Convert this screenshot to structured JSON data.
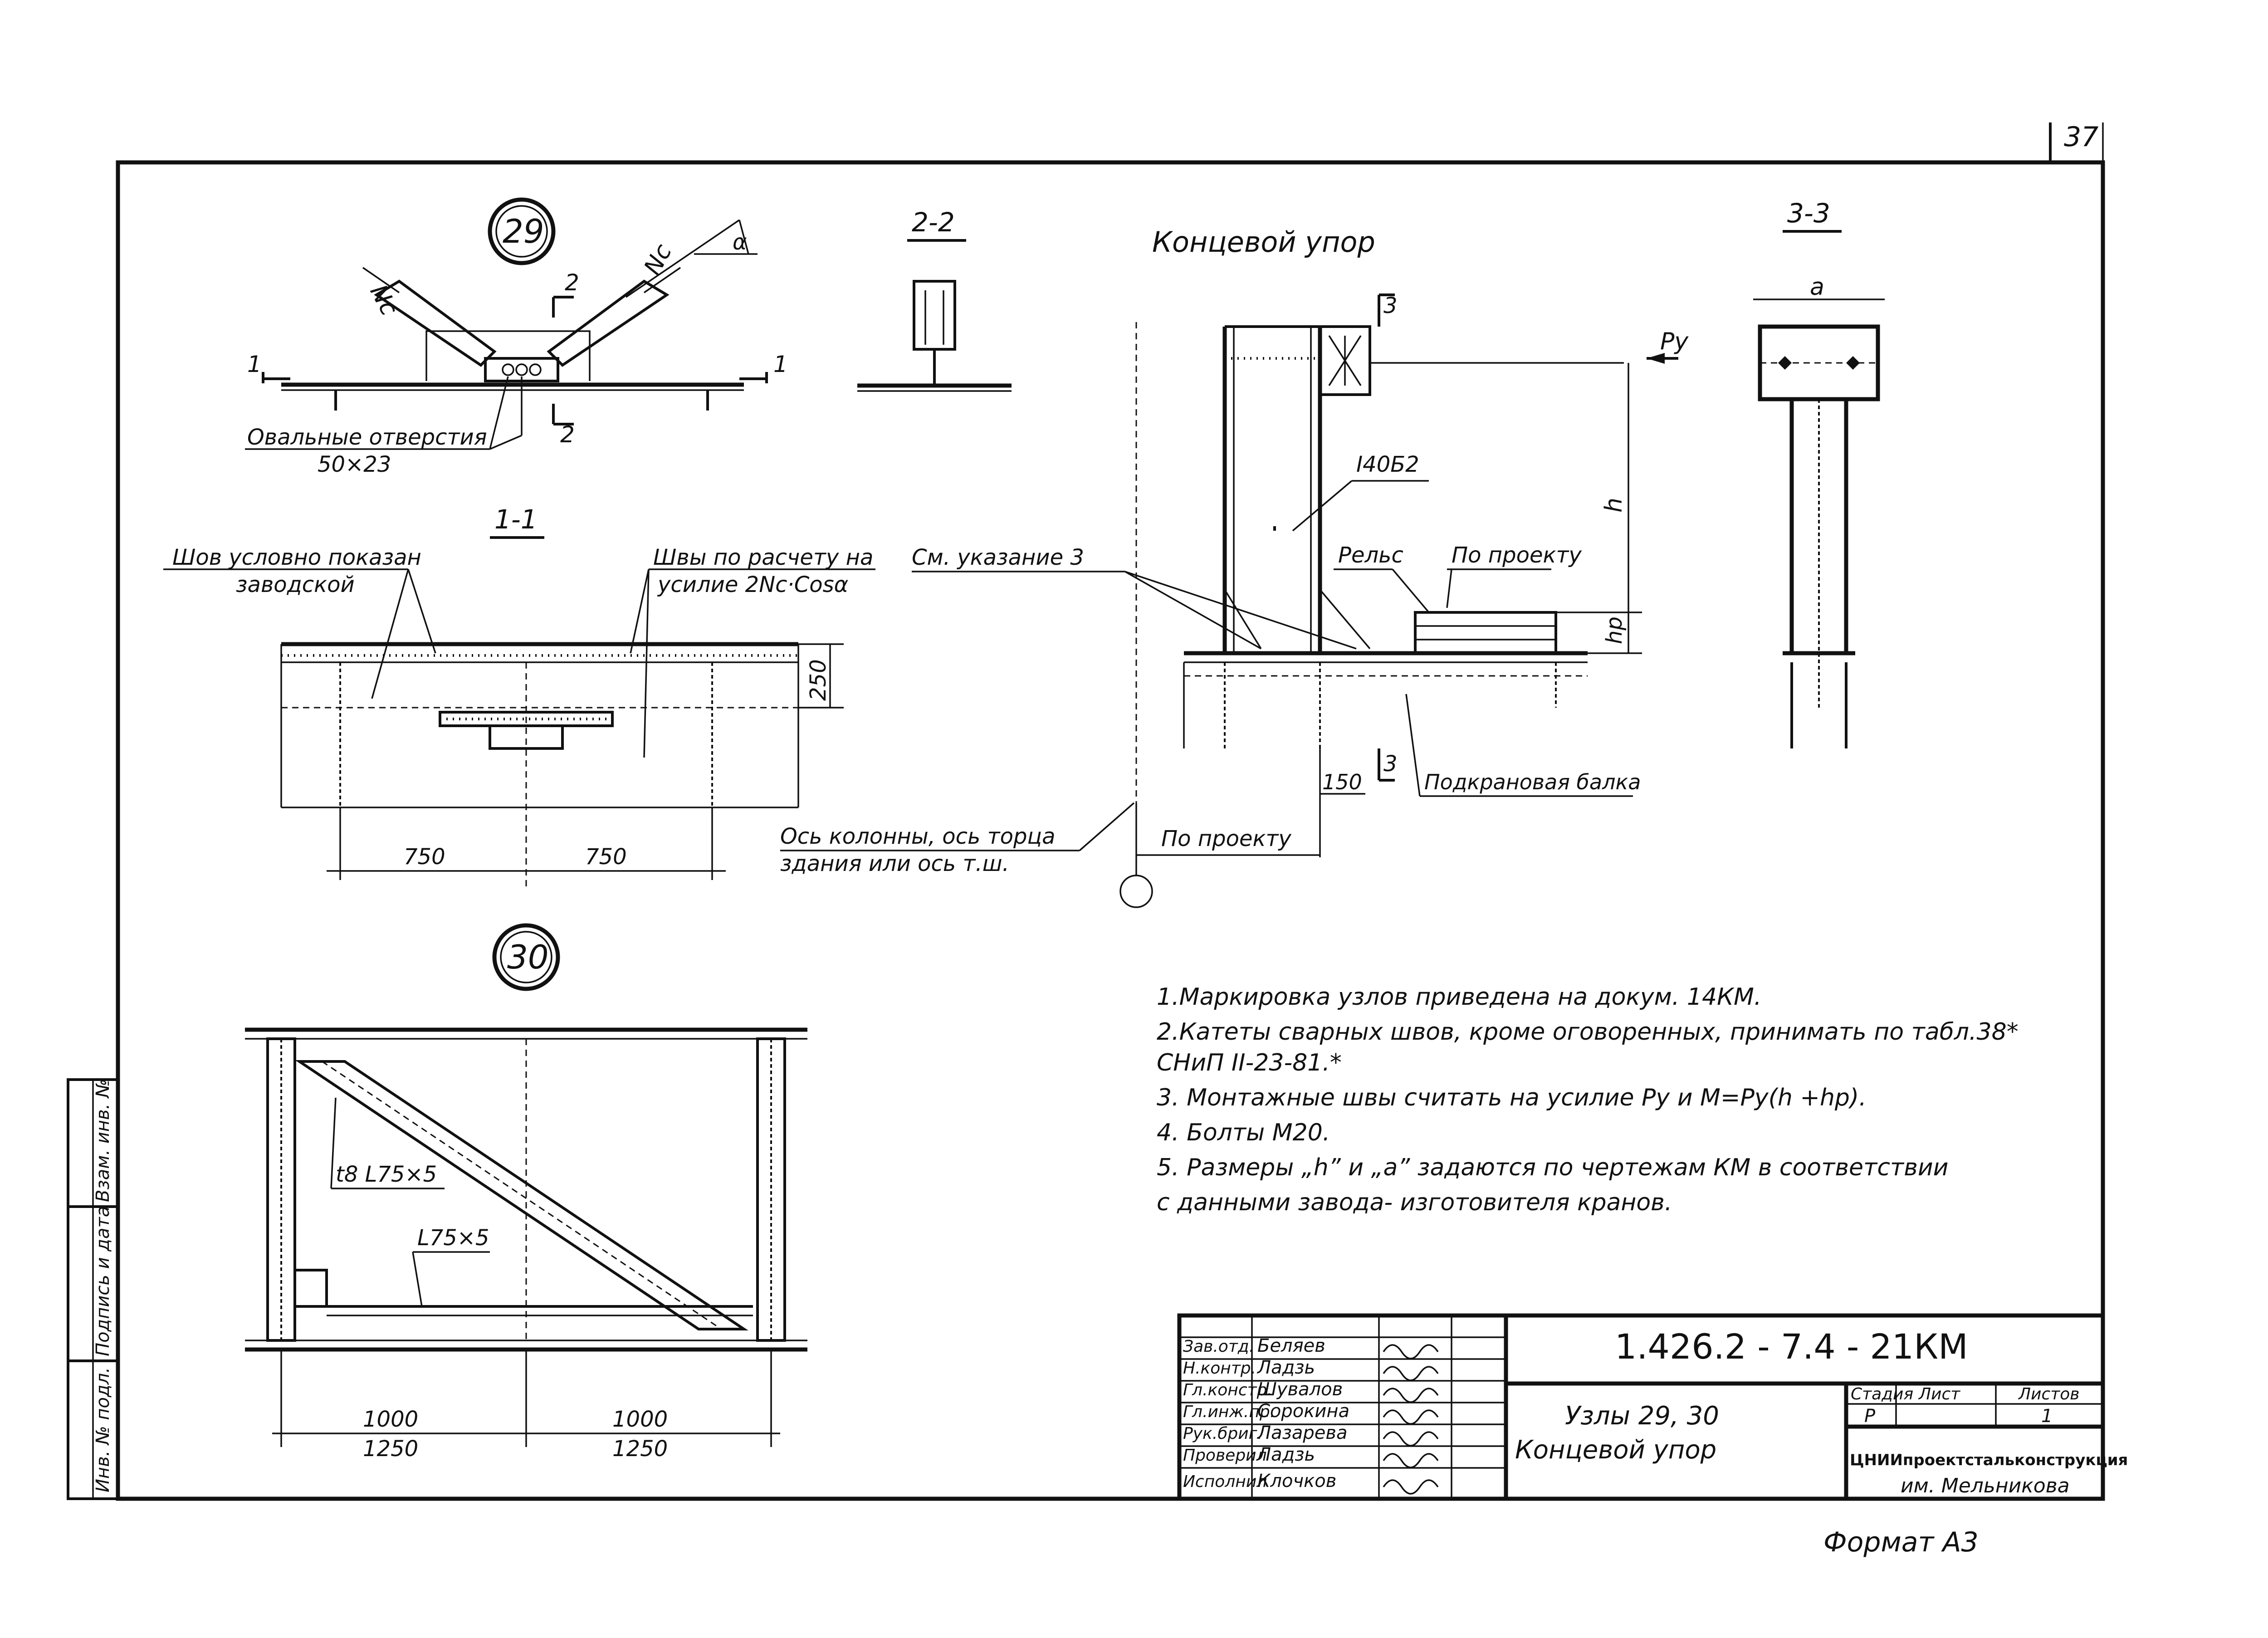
{
  "sheet": {
    "sheet_number": "37",
    "format_label": "Формат А3"
  },
  "node29": {
    "number": "29",
    "force_left": "Nc",
    "force_right": "Nc",
    "angle": "α",
    "section_1_left": "1",
    "section_1_right": "1",
    "section_2_top": "2",
    "section_2_bottom": "2",
    "note_oval": "Овальные отверстия",
    "note_oval_size": "50×23"
  },
  "section_2_2": {
    "title": "2-2"
  },
  "section_1_1": {
    "title": "1-1",
    "note_weld_left_1": "Шов условно показан",
    "note_weld_left_2": "заводской",
    "note_weld_right_1": "Швы по расчету на",
    "note_weld_right_2": "усилие 2Nc·Cosα",
    "dim_height": "250",
    "dim_left": "750",
    "dim_right": "750"
  },
  "end_stop": {
    "title": "Концевой упор",
    "section_mark": "3",
    "force": "Py",
    "beam_profile": "I40Б2",
    "rail_label": "Рельс",
    "per_project_top": "По проекту",
    "dim_h": "h",
    "dim_hp": "hр",
    "note_instruction": "См. указание 3",
    "dim_150": "150",
    "crane_beam": "Подкрановая балка",
    "axis_note_1": "Ось колонны, ось торца",
    "axis_note_2": "здания или ось т.ш.",
    "per_project_bottom": "По проекту"
  },
  "section_3_3": {
    "title": "3-3",
    "dim_a": "a"
  },
  "node30": {
    "number": "30",
    "plate_label": "t8  L75×5",
    "angle_label": "L75×5",
    "dim_left_top": "1000",
    "dim_left_bottom": "1250",
    "dim_right_top": "1000",
    "dim_right_bottom": "1250"
  },
  "notes": [
    "1.Маркировка узлов приведена на докум. 14КМ.",
    "2.Катеты сварных швов, кроме оговоренных, принимать по табл.38*",
    "СНиП II-23-81.*",
    "3. Монтажные швы считать на усилие Py и M=Py(h +hр).",
    "4. Болты М20.",
    "5. Размеры „h” и „a” задаются по чертежам КМ в соответствии",
    "с данными завода- изготовителя кранов."
  ],
  "side_stamp": {
    "col1": "Инв. № подл.",
    "col2": "Подпись и дата",
    "col3": "Взам. инв. №"
  },
  "title_block": {
    "doc_code": "1.426.2 - 7.4 - 21КМ",
    "title_line1": "Узлы 29, 30",
    "title_line2": "Концевой    упор",
    "stage_header": "Стадия",
    "sheet_header": "Лист",
    "sheets_header": "Листов",
    "stage": "Р",
    "sheet": "",
    "sheets": "1",
    "org_line1": "ЦНИИпроектстальконструкция",
    "org_line2": "им. Мельникова",
    "roles": [
      {
        "role": "Зав.отд.",
        "name": "Беляев"
      },
      {
        "role": "Н.контр.",
        "name": "Ладзь"
      },
      {
        "role": "Гл.констр.",
        "name": "Шувалов"
      },
      {
        "role": "Гл.инж.пр.",
        "name": "Сорокина"
      },
      {
        "role": "Рук.бриг.",
        "name": "Лазарева"
      },
      {
        "role": "Проверил",
        "name": "Ладзь"
      },
      {
        "role": "Исполнил",
        "name": "Клочков"
      }
    ]
  }
}
